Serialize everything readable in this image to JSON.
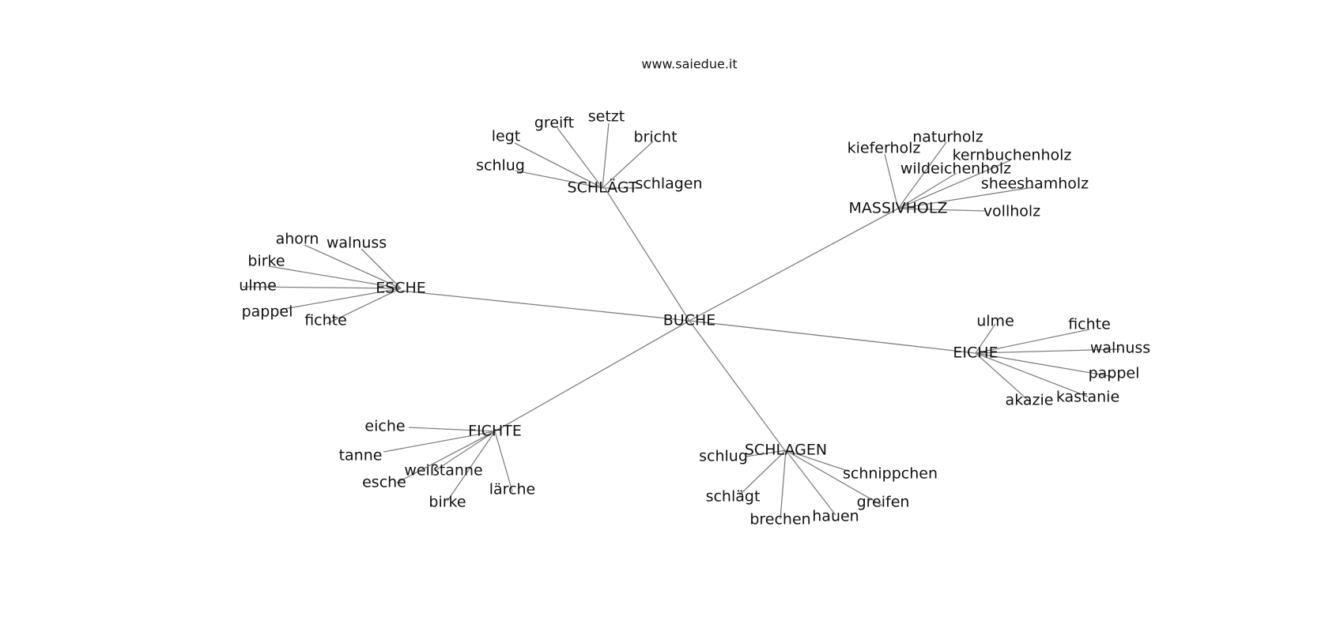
{
  "source_label": "www.saiedue.it",
  "center": "BUCHE",
  "clusters": [
    {
      "id": "schlaegt",
      "label": "SCHLÄGT",
      "leaves": [
        "legt",
        "greift",
        "setzt",
        "bricht",
        "schlug",
        "schlagen"
      ]
    },
    {
      "id": "massivholz",
      "label": "MASSIVHOLZ",
      "leaves": [
        "kieferholz",
        "naturholz",
        "kernbuchenholz",
        "wildeichenholz",
        "sheeshamholz",
        "vollholz"
      ]
    },
    {
      "id": "esche",
      "label": "ESCHE",
      "leaves": [
        "ahorn",
        "walnuss",
        "birke",
        "ulme",
        "pappel",
        "fichte"
      ]
    },
    {
      "id": "eiche",
      "label": "EICHE",
      "leaves": [
        "ulme",
        "fichte",
        "walnuss",
        "pappel",
        "kastanie",
        "akazie"
      ]
    },
    {
      "id": "fichte",
      "label": "FICHTE",
      "leaves": [
        "eiche",
        "tanne",
        "weißtanne",
        "esche",
        "birke",
        "lärche"
      ]
    },
    {
      "id": "schlagen",
      "label": "SCHLAGEN",
      "leaves": [
        "schlug",
        "schnippchen",
        "schlägt",
        "greifen",
        "hauen",
        "brechen"
      ]
    }
  ]
}
